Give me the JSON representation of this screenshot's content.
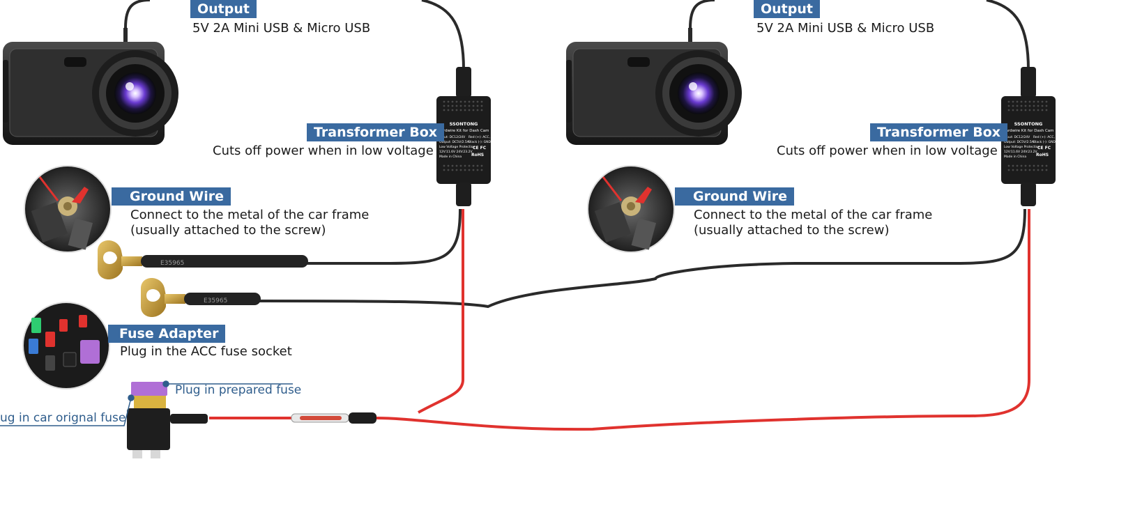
{
  "panels": [
    {
      "output": {
        "tag": "Output",
        "desc": "5V 2A Mini USB & Micro USB"
      },
      "transformer": {
        "tag": "Transformer Box",
        "desc": "Cuts off power when in low voltage"
      },
      "ground": {
        "tag": "Ground Wire",
        "desc_line1": "Connect to the metal of the car frame",
        "desc_line2": "(usually attached to the screw)"
      }
    },
    {
      "output": {
        "tag": "Output",
        "desc": "5V 2A Mini USB & Micro USB"
      },
      "transformer": {
        "tag": "Transformer Box",
        "desc": "Cuts off power when in low voltage"
      },
      "ground": {
        "tag": "Ground Wire",
        "desc_line1": "Connect to the metal of the car frame",
        "desc_line2": "(usually attached to the screw)"
      }
    }
  ],
  "fuse_adapter": {
    "tag": "Fuse Adapter",
    "desc": "Plug in the ACC fuse socket"
  },
  "fuse_callouts": {
    "prepared": "Plug in prepared fuse",
    "original": "ug in car orignal fuse"
  },
  "ring_terminal_print": "E35965",
  "transformer_label": {
    "brand": "SSONTONG",
    "model": "Hardwire Kit for Dash Cam",
    "spec_left_1": "Input: DC12/24V",
    "spec_left_2": "Output: DC5V/2.5A",
    "spec_left_3": "Low Voltage Protection",
    "spec_left_4": "12V:11.6V 24V:23.2V",
    "spec_left_5": "Made in China",
    "spec_right_1": "Red (+): ACC, BAT",
    "spec_right_2": "Black (-): GND",
    "cert": "CE FC",
    "rohs": "RoHS"
  },
  "colors": {
    "tag_bg": "#3a6aa0",
    "red_wire": "#e0322e",
    "black_wire": "#2a2a2a",
    "box": "#1c1c1c",
    "callout_line": "#2f5d8c",
    "fuse_purple": "#b06fd6",
    "terminal_gold": "#c9a23a"
  },
  "icons": [
    "dash-cam-icon",
    "transformer-box-icon",
    "ground-screw-photo-icon",
    "fuse-box-photo-icon",
    "fork-terminal-icon",
    "fuse-tap-adapter-icon",
    "inline-fuse-holder-icon"
  ]
}
